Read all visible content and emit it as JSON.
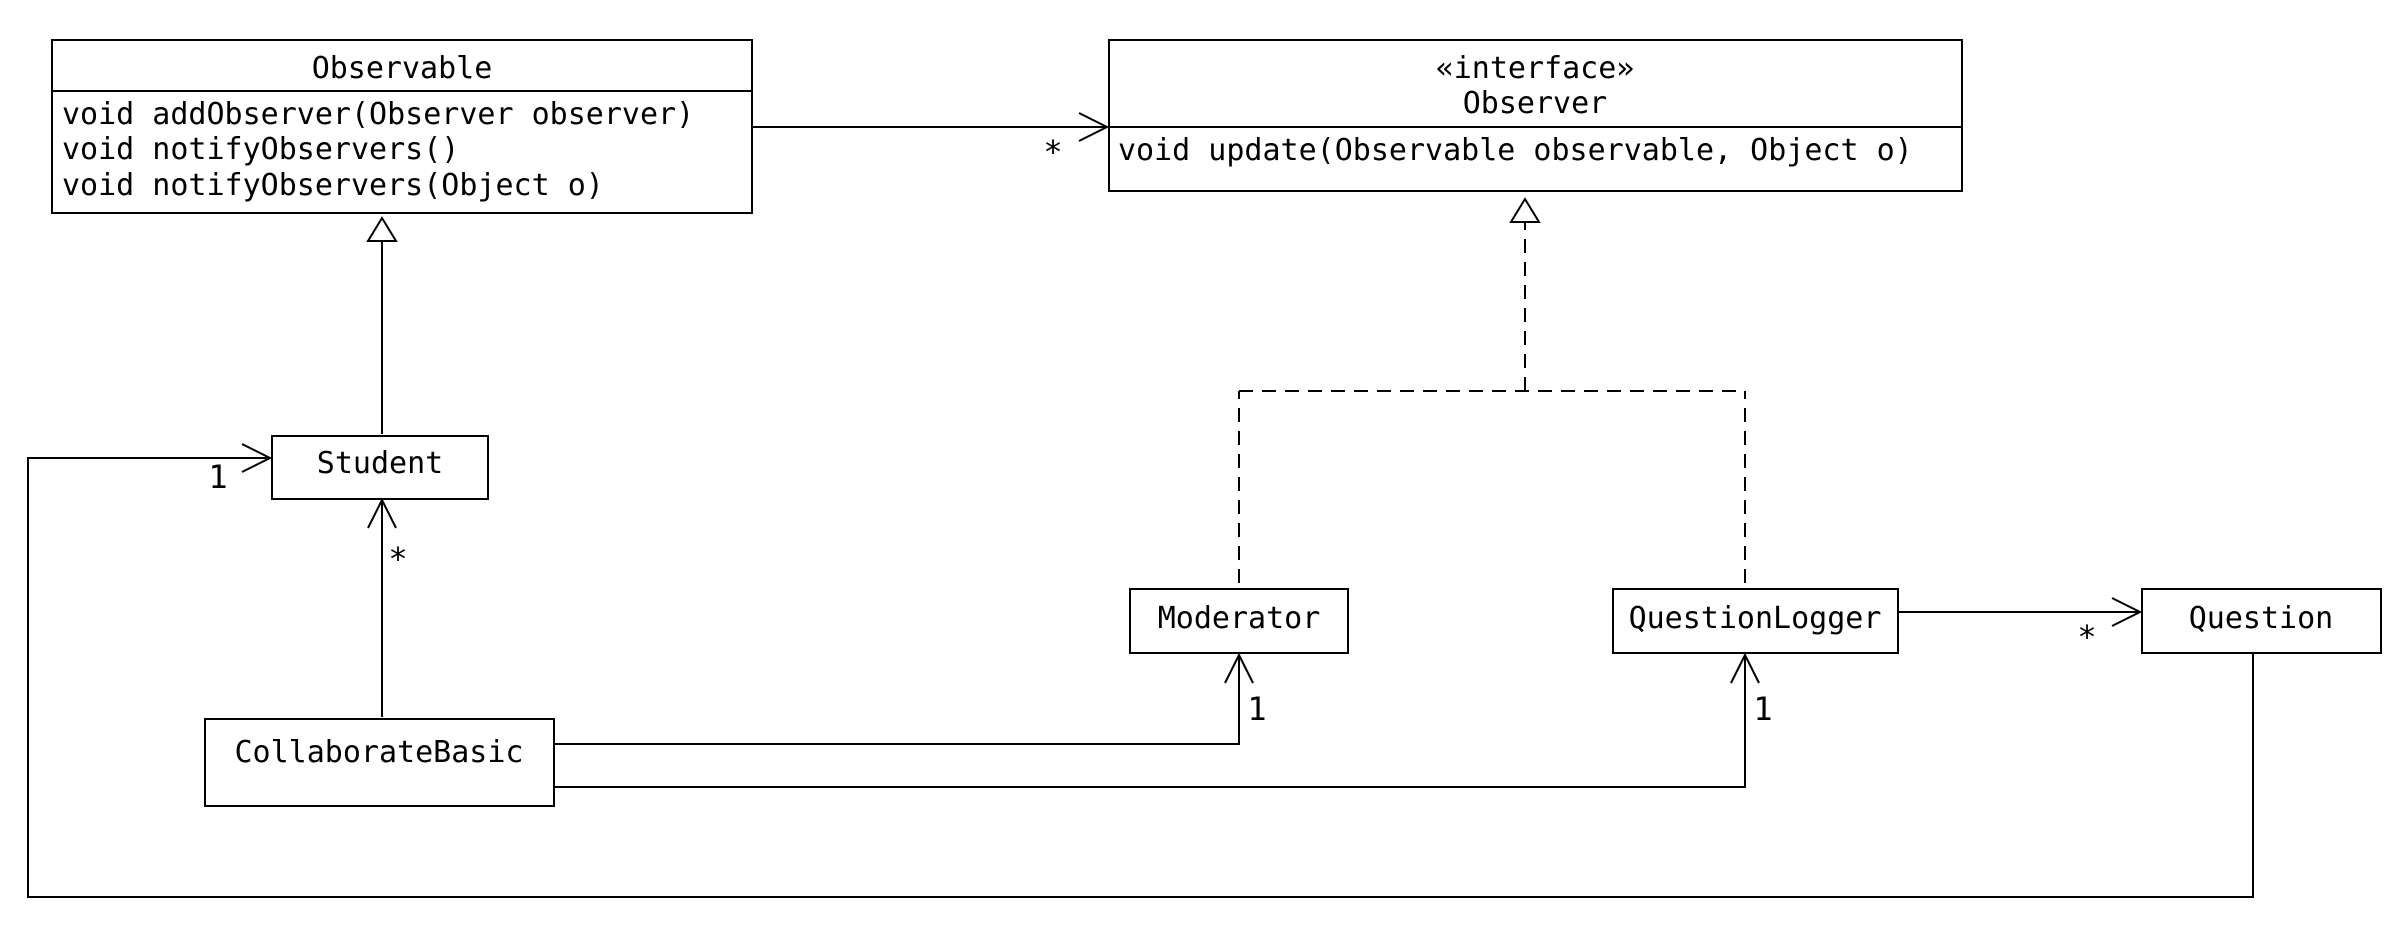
{
  "classes": {
    "observable": {
      "name": "Observable",
      "methods": [
        "void addObserver(Observer observer)",
        "void notifyObservers()",
        "void notifyObservers(Object o)"
      ]
    },
    "observer": {
      "stereotype": "«interface»",
      "name": "Observer",
      "methods": [
        "void update(Observable observable, Object o)"
      ]
    },
    "student": {
      "name": "Student"
    },
    "moderator": {
      "name": "Moderator"
    },
    "question_logger": {
      "name": "QuestionLogger"
    },
    "question": {
      "name": "Question"
    },
    "collaborate_basic": {
      "name": "CollaborateBasic"
    }
  },
  "multiplicities": {
    "observable_observer": "*",
    "question_student": "1",
    "collaborate_student": "*",
    "collaborate_moderator": "1",
    "collaborate_logger": "1",
    "logger_question": "*"
  }
}
